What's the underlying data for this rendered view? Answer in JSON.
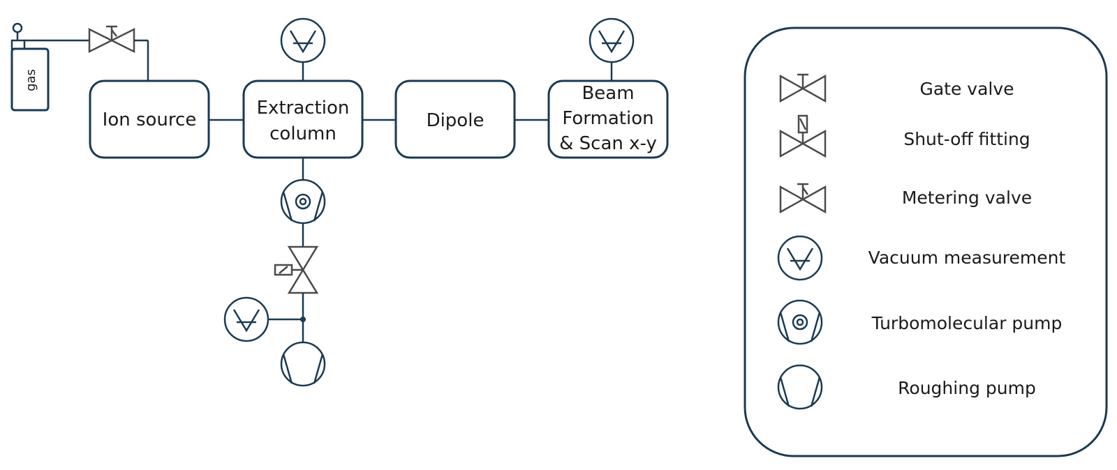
{
  "components": {
    "gas": "gas",
    "ion_source": "Ion source",
    "extraction_line1": "Extraction",
    "extraction_line2": "column",
    "dipole": "Dipole",
    "beam_line1": "Beam",
    "beam_line2": "Formation",
    "beam_line3": "& Scan x-y"
  },
  "legend": {
    "gate_valve": "Gate valve",
    "shut_off_fitting": "Shut-off fitting",
    "metering_valve": "Metering valve",
    "vacuum_measurement": "Vacuum measurement",
    "turbomolecular_pump": "Turbomolecular pump",
    "roughing_pump": "Roughing pump"
  },
  "colors": {
    "line": "#1a3a52",
    "valve": "#4a4a4a"
  }
}
